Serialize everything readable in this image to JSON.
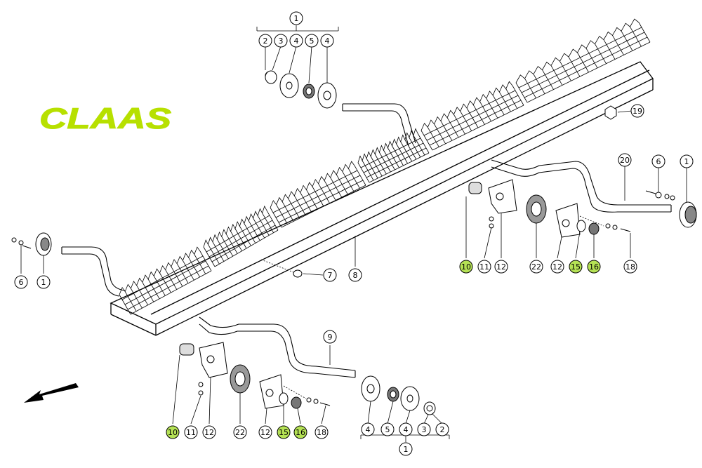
{
  "logo": {
    "text": "CLAAS",
    "color": "#b7e000"
  },
  "highlight_color": "#b5e255",
  "callouts": {
    "top_1": "1",
    "top_2": "2",
    "top_3": "3",
    "top_4a": "4",
    "top_5": "5",
    "top_4b": "4",
    "r_19": "19",
    "r_20": "20",
    "r_6": "6",
    "r_1": "1",
    "m_10": "10",
    "m_11": "11",
    "m_12a": "12",
    "m_22": "22",
    "m_12b": "12",
    "m_15": "15",
    "m_16": "16",
    "m_18": "18",
    "l_6": "6",
    "l_1": "1",
    "c_7": "7",
    "c_8": "8",
    "c_9": "9",
    "b_10": "10",
    "b_11": "11",
    "b_12a": "12",
    "b_22": "22",
    "b_12b": "12",
    "b_15": "15",
    "b_16": "16",
    "b_18": "18",
    "br_4a": "4",
    "br_5": "5",
    "br_4b": "4",
    "br_3": "3",
    "br_2": "2",
    "br_1": "1"
  },
  "highlighted": [
    "m_10",
    "m_15",
    "m_16",
    "b_10",
    "b_15",
    "b_16"
  ],
  "icons": [
    "direction-arrow-icon"
  ]
}
